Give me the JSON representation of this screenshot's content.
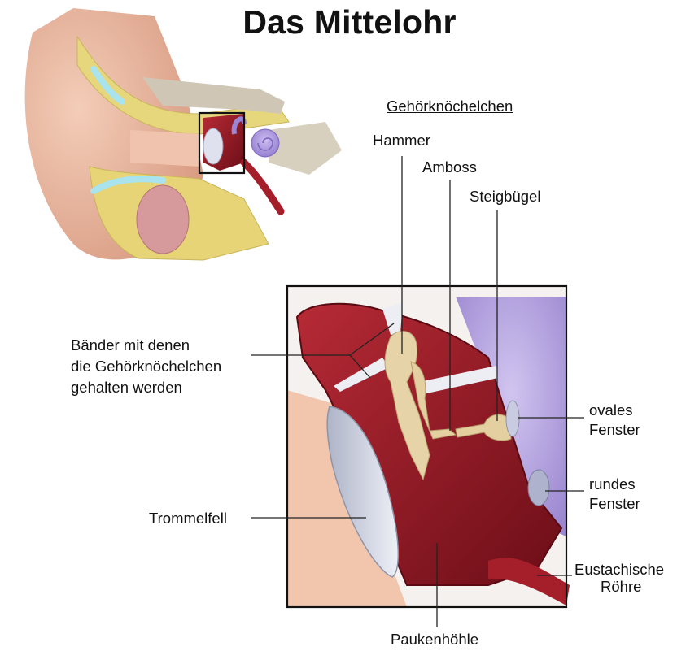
{
  "title": "Das Mittelohr",
  "labels": {
    "ossicles_heading": "Gehörknöchelchen",
    "hammer": "Hammer",
    "amboss": "Amboss",
    "steigbuegel": "Steigbügel",
    "baender": [
      "Bänder mit denen",
      "die Gehörknöchelchen",
      "gehalten werden"
    ],
    "ovales_fenster": [
      "ovales",
      "Fenster"
    ],
    "rundes_fenster": [
      "rundes",
      "Fenster"
    ],
    "trommelfell": "Trommelfell",
    "eustachische_roehre": [
      "Eustachische",
      "Röhre"
    ],
    "paukenhoehle": "Paukenhöhle"
  },
  "colors": {
    "skin": "#e9b79e",
    "bone": "#e8d87a",
    "cavity_red": "#8e1a24",
    "cochlea_purple": "#9b86d6",
    "drum_membrane": "#dfe2ee",
    "ossicle": "#e6d3a8",
    "line": "#222222"
  }
}
